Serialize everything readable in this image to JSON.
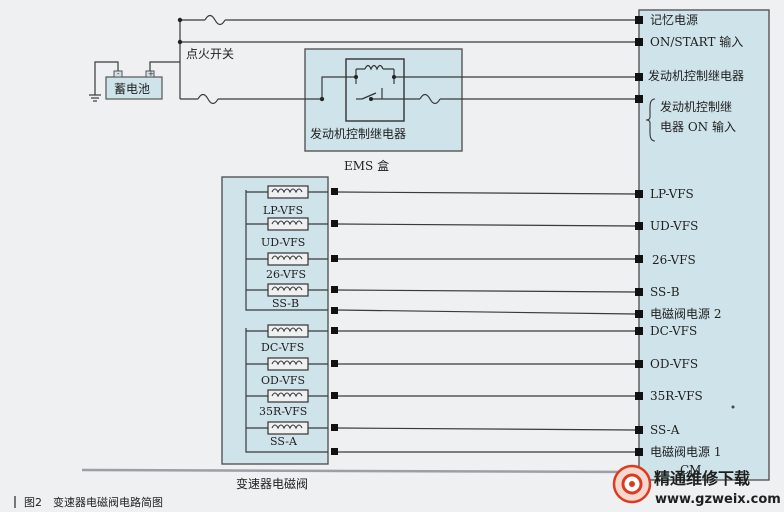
{
  "battery": {
    "label": "蓄电池"
  },
  "ignition": {
    "label": "点火开关"
  },
  "ems_box": {
    "relay_label": "发动机控制继电器",
    "box_label": "EMS 盒"
  },
  "ecm_inputs": [
    {
      "label": "记忆电源"
    },
    {
      "label": "ON/START 输入"
    },
    {
      "label": "发动机控制继电器"
    },
    {
      "label": "发动机控制继"
    },
    {
      "label": "电器 ON 输入"
    }
  ],
  "solenoids": [
    {
      "label": "LP-VFS"
    },
    {
      "label": "UD-VFS"
    },
    {
      "label": "26-VFS"
    },
    {
      "label": "SS-B"
    },
    {
      "label": "DC-VFS"
    },
    {
      "label": "OD-VFS"
    },
    {
      "label": "35R-VFS"
    },
    {
      "label": "SS-A"
    }
  ],
  "ecm_outputs": [
    {
      "label": "LP-VFS"
    },
    {
      "label": "UD-VFS"
    },
    {
      "label": "26-VFS"
    },
    {
      "label": "SS-B"
    },
    {
      "label": "电磁阀电源 2"
    },
    {
      "label": "DC-VFS"
    },
    {
      "label": "OD-VFS"
    },
    {
      "label": "35R-VFS"
    },
    {
      "label": "SS-A"
    },
    {
      "label": "电磁阀电源 1"
    }
  ],
  "ecm_label": "CM",
  "solenoid_box_label": "变速器电磁阀",
  "caption": "图2　变速器电磁阀电路简图",
  "watermark": {
    "title": "精通维修下载",
    "url": "www.gzweix.com"
  },
  "colors": {
    "box_fill": "#cfe3ea",
    "wire": "#3a3a3a",
    "watermark": "#e03a1e"
  }
}
